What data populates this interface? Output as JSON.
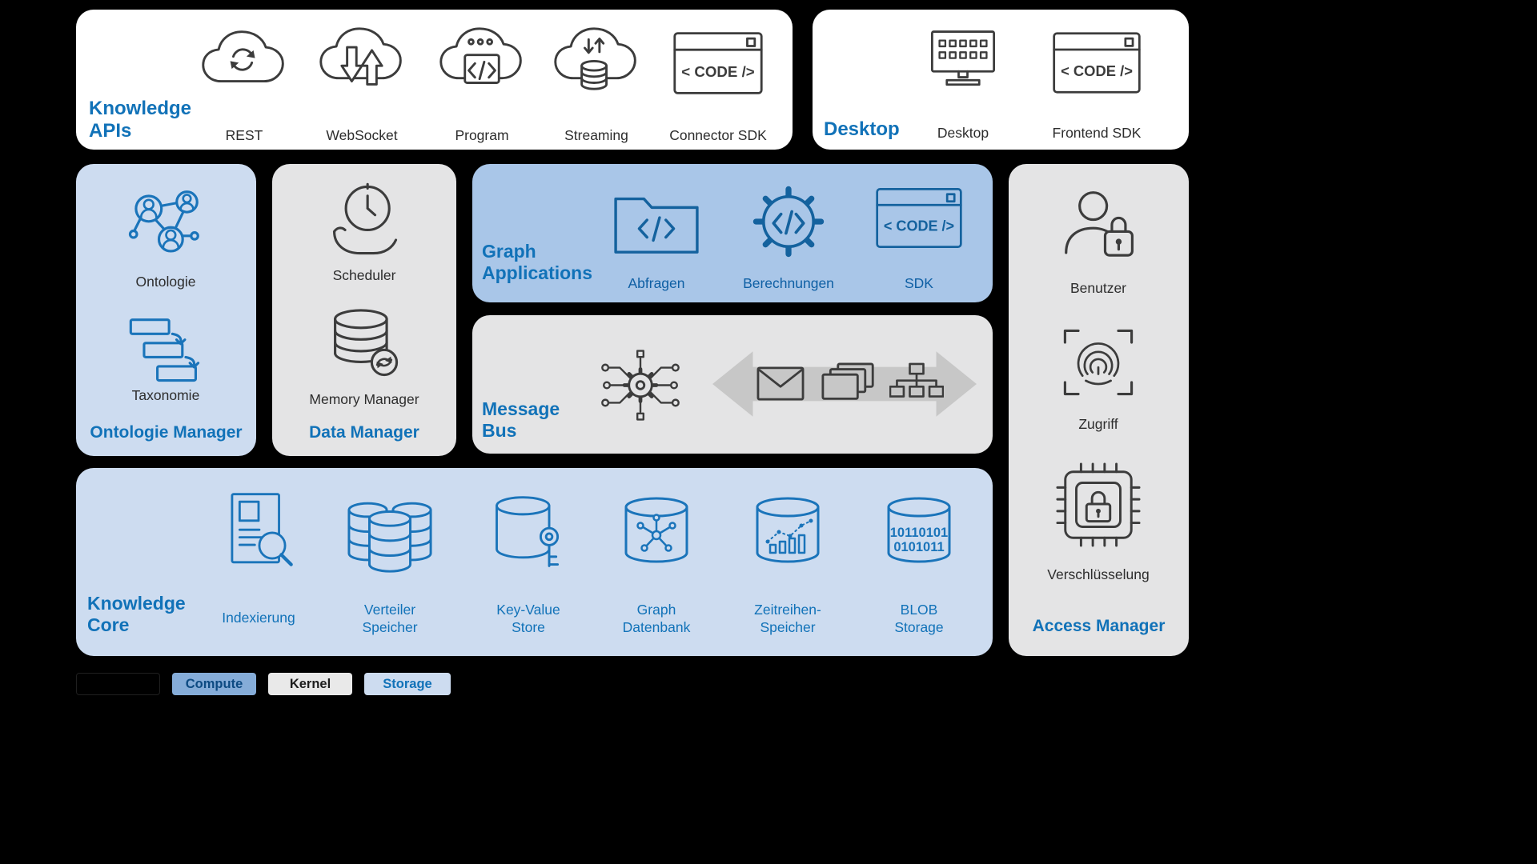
{
  "colors": {
    "background": "#000000",
    "panel_white": "#ffffff",
    "panel_light_blue": "#cddcf0",
    "panel_medium_blue": "#a9c6e8",
    "panel_gray": "#e4e4e5",
    "title_blue": "#1172b8",
    "label_dark": "#2d2d2d",
    "icon_blue": "#1a74ba",
    "icon_dark": "#3c3c3c",
    "arrow_gray": "#c7c7c7",
    "legend_compute_bg": "#85acd8",
    "legend_kernel_bg": "#e9e9e9",
    "legend_storage_bg": "#cddcf0"
  },
  "glyphs": {
    "code_window": "< CODE />",
    "blob_line1": "10110101",
    "blob_line2": "0101011"
  },
  "panels": {
    "knowledge_apis": {
      "title": "Knowledge\nAPIs",
      "items": [
        {
          "label": "REST",
          "icon": "cloud-sync-icon"
        },
        {
          "label": "WebSocket",
          "icon": "cloud-arrows-icon"
        },
        {
          "label": "Program",
          "icon": "cloud-code-icon"
        },
        {
          "label": "Streaming",
          "icon": "cloud-database-icon"
        },
        {
          "label": "Connector SDK",
          "icon": "code-window-icon"
        }
      ]
    },
    "desktop": {
      "title": "Desktop",
      "items": [
        {
          "label": "Desktop",
          "icon": "monitor-icon"
        },
        {
          "label": "Frontend SDK",
          "icon": "code-window-icon"
        }
      ]
    },
    "ontologie_manager": {
      "title": "Ontologie Manager",
      "items": [
        {
          "label": "Ontologie",
          "icon": "network-users-icon"
        },
        {
          "label": "Taxonomie",
          "icon": "flow-boxes-icon"
        }
      ]
    },
    "data_manager": {
      "title": "Data Manager",
      "items": [
        {
          "label": "Scheduler",
          "icon": "clock-hand-icon"
        },
        {
          "label": "Memory Manager",
          "icon": "database-sync-icon"
        }
      ]
    },
    "graph_applications": {
      "title": "Graph\nApplications",
      "items": [
        {
          "label": "Abfragen",
          "icon": "folder-code-icon"
        },
        {
          "label": "Berechnungen",
          "icon": "gear-code-icon"
        },
        {
          "label": "SDK",
          "icon": "code-window-icon"
        }
      ]
    },
    "message_bus": {
      "title": "Message\nBus",
      "icons": [
        "hub-gear-icon",
        "double-arrow-icon",
        "envelope-icon",
        "folders-icon",
        "sitemap-icon"
      ]
    },
    "access_manager": {
      "title": "Access Manager",
      "items": [
        {
          "label": "Benutzer",
          "icon": "user-lock-icon"
        },
        {
          "label": "Zugriff",
          "icon": "fingerprint-icon"
        },
        {
          "label": "Verschlüsselung",
          "icon": "chip-lock-icon"
        }
      ]
    },
    "knowledge_core": {
      "title": "Knowledge\nCore",
      "items": [
        {
          "label": "Indexierung",
          "icon": "document-search-icon"
        },
        {
          "label": "Verteiler\nSpeicher",
          "icon": "database-stack-icon"
        },
        {
          "label": "Key-Value\nStore",
          "icon": "database-key-icon"
        },
        {
          "label": "Graph\nDatenbank",
          "icon": "database-graph-icon"
        },
        {
          "label": "Zeitreihen-\nSpeicher",
          "icon": "database-chart-icon"
        },
        {
          "label": "BLOB\nStorage",
          "icon": "database-binary-icon"
        }
      ]
    }
  },
  "legend": [
    {
      "label": "Compute",
      "color": "#85acd8"
    },
    {
      "label": "Kernel",
      "color": "#e9e9e9"
    },
    {
      "label": "Storage",
      "color": "#cddcf0"
    }
  ]
}
